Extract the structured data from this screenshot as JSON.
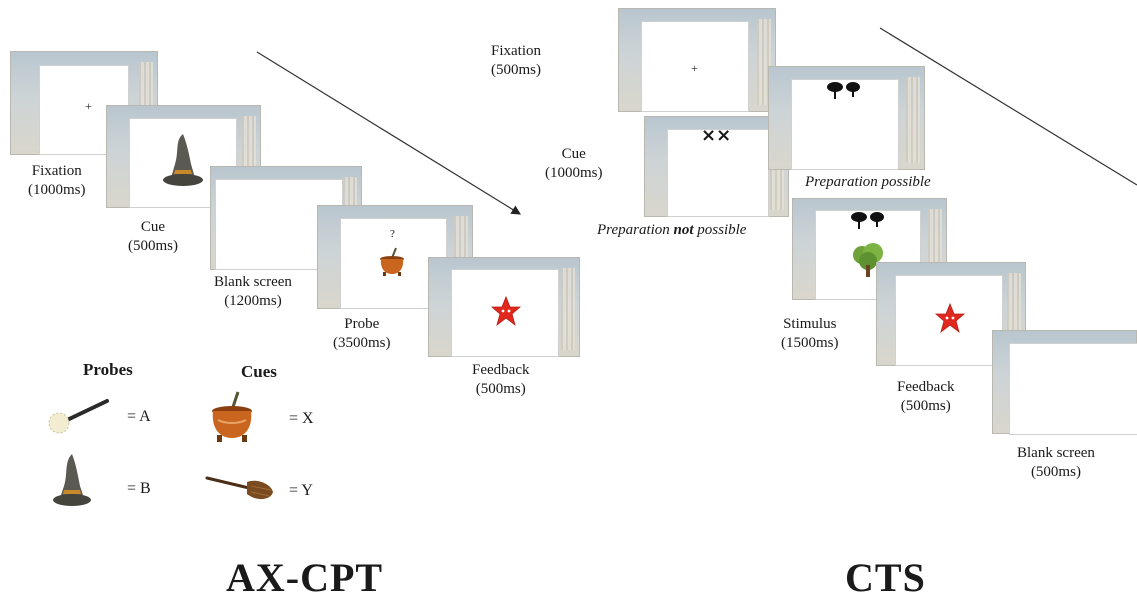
{
  "ax_cpt": {
    "title": "AX-CPT",
    "steps": [
      {
        "name": "Fixation",
        "duration": "(1000ms)",
        "symbol": "+"
      },
      {
        "name": "Cue",
        "duration": "(500ms)"
      },
      {
        "name": "Blank screen",
        "duration": "(1200ms)"
      },
      {
        "name": "Probe",
        "duration": "(3500ms)",
        "symbol": "?"
      },
      {
        "name": "Feedback",
        "duration": "(500ms)"
      }
    ],
    "legend": {
      "probes_title": "Probes",
      "cues_title": "Cues",
      "probe_a": "= A",
      "probe_b": "= B",
      "cue_x": "= X",
      "cue_y": "= Y"
    }
  },
  "cts": {
    "title": "CTS",
    "steps": [
      {
        "name": "Fixation",
        "duration": "(500ms)",
        "symbol": "+"
      },
      {
        "name": "Cue",
        "duration": "(1000ms)",
        "symbol": "××"
      },
      {
        "name": "Stimulus",
        "duration": "(1500ms)"
      },
      {
        "name": "Feedback",
        "duration": "(500ms)"
      },
      {
        "name": "Blank screen",
        "duration": "(500ms)"
      }
    ],
    "preparation_not_possible_pre": "Preparation ",
    "preparation_not_possible_bold": "not",
    "preparation_not_possible_post": " possible",
    "preparation_possible": "Preparation possible"
  },
  "colors": {
    "star": "#e0281e",
    "hat": "#5b5a52",
    "cauldron": "#c9651e",
    "tree": "#6fa33a"
  }
}
